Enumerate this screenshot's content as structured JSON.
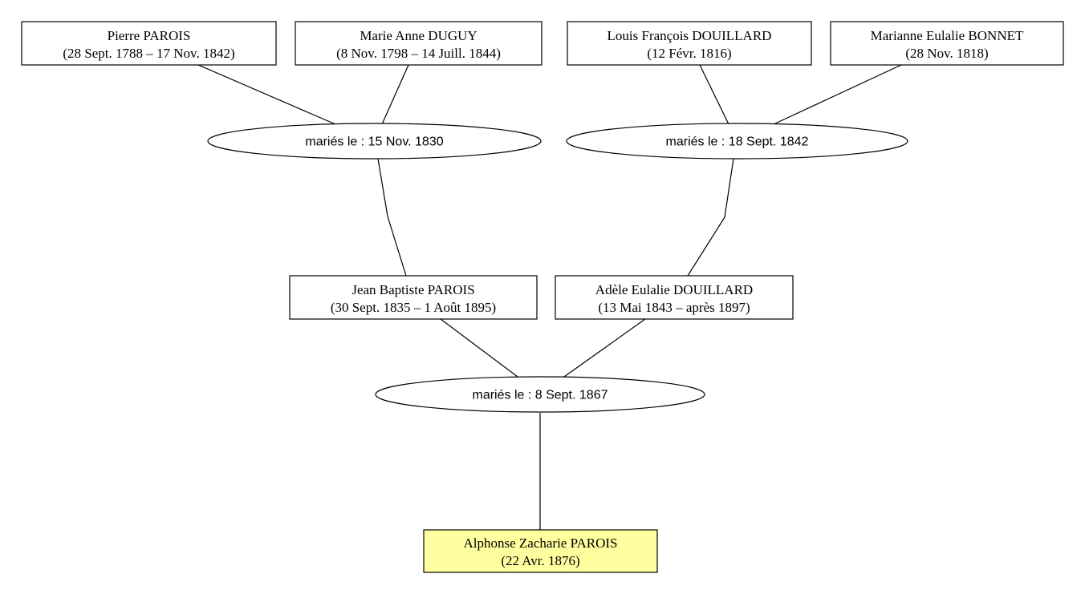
{
  "persons": {
    "pierre": {
      "name": "Pierre PAROIS",
      "dates": "(28 Sept. 1788 – 17 Nov. 1842)"
    },
    "marie_anne": {
      "name": "Marie Anne DUGUY",
      "dates": "(8 Nov. 1798 – 14 Juill. 1844)"
    },
    "louis": {
      "name": "Louis François DOUILLARD",
      "dates": "(12 Févr. 1816)"
    },
    "marianne": {
      "name": "Marianne Eulalie BONNET",
      "dates": "(28 Nov. 1818)"
    },
    "jean": {
      "name": "Jean Baptiste PAROIS",
      "dates": "(30 Sept. 1835 – 1 Août 1895)"
    },
    "adele": {
      "name": "Adèle Eulalie DOUILLARD",
      "dates": "(13 Mai 1843 – après 1897)"
    },
    "alphonse": {
      "name": "Alphonse Zacharie PAROIS",
      "dates": "(22 Avr. 1876)"
    }
  },
  "unions": {
    "u1830": {
      "label": "mariés le : 15 Nov. 1830"
    },
    "u1842": {
      "label": "mariés le : 18 Sept. 1842"
    },
    "u1867": {
      "label": "mariés le : 8 Sept. 1867"
    }
  },
  "colors": {
    "highlight": "#ffffa0",
    "line": "#000000",
    "background": "#ffffff"
  }
}
